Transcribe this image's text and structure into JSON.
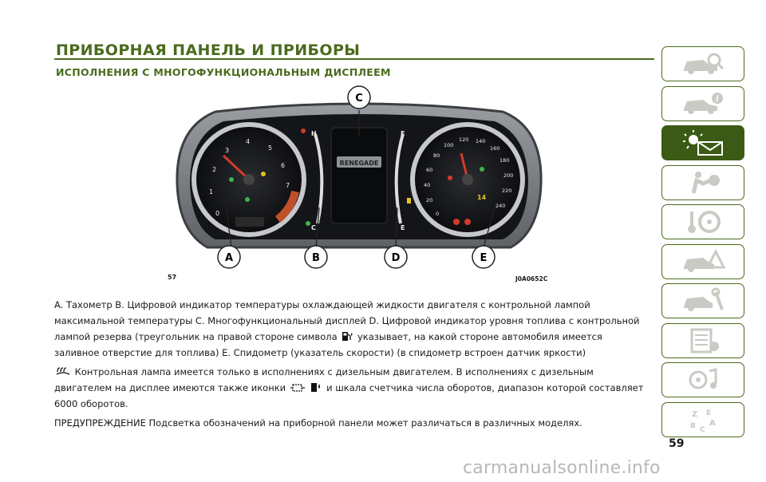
{
  "header": {
    "title": "ПРИБОРНАЯ ПАНЕЛЬ И ПРИБОРЫ",
    "subtitle": "ИСПОЛНЕНИЯ С МНОГОФУНКЦИОНАЛЬНЫМ ДИСПЛЕЕМ"
  },
  "figure": {
    "number": "57",
    "code": "J0A0652C",
    "callouts": {
      "a": "A",
      "b": "B",
      "c": "C",
      "d": "D",
      "e": "E"
    },
    "brand": "RENEGADE",
    "tacho_ticks": [
      "0",
      "1",
      "2",
      "3",
      "4",
      "5",
      "6",
      "7"
    ],
    "speedo_ticks": [
      "0",
      "20",
      "40",
      "60",
      "80",
      "100",
      "120",
      "140",
      "160",
      "180",
      "200",
      "220",
      "240"
    ],
    "temp_labels": {
      "hot": "H",
      "cold": "C"
    },
    "fuel_labels": {
      "full": "F",
      "empty": "E"
    },
    "gear": "14",
    "accent_color": "#4a6b1e",
    "icons": [
      "thermometer-icon",
      "fuel-pump-icon",
      "engine-icon",
      "seatbelt-icon"
    ]
  },
  "body": {
    "p1_a": "A. Тахометр B. Цифровой индикатор температуры охлаждающей жидкости двигателя с контрольной лампой максимальной температуры C. Многофункциональный дисплей D. Цифровой индикатор уровня топлива с контрольной лампой резерва (треугольник на правой стороне символа",
    "p1_b": "указывает, на какой стороне автомобиля имеется заливное отверстие для топлива) E. Спидометр (указатель скорости) (в спидометр встроен датчик яркости)",
    "p2_a": "Контрольная лампа имеется только в исполнениях с дизельным двигателем. В исполнениях с дизельным двигателем на дисплее имеются также иконки",
    "p2_b": "и шкала счетчика числа оборотов, диапазон которой составляет 6000 оборотов.",
    "p3": "ПРЕДУПРЕЖДЕНИЕ Подсветка обозначений на приборной панели может различаться в различных моделях."
  },
  "sidebar": {
    "tabs": [
      {
        "icon": "car-search-icon"
      },
      {
        "icon": "car-info-icon"
      },
      {
        "icon": "warning-light-message-icon"
      },
      {
        "icon": "airbag-seat-icon"
      },
      {
        "icon": "steering-key-icon"
      },
      {
        "icon": "breakdown-triangle-icon"
      },
      {
        "icon": "car-wrench-icon"
      },
      {
        "icon": "spec-list-icon"
      },
      {
        "icon": "multimedia-icon"
      },
      {
        "icon": "alphabet-index-icon"
      }
    ]
  },
  "footer": {
    "page_number": "59",
    "watermark": "carmanualsonline.info"
  }
}
